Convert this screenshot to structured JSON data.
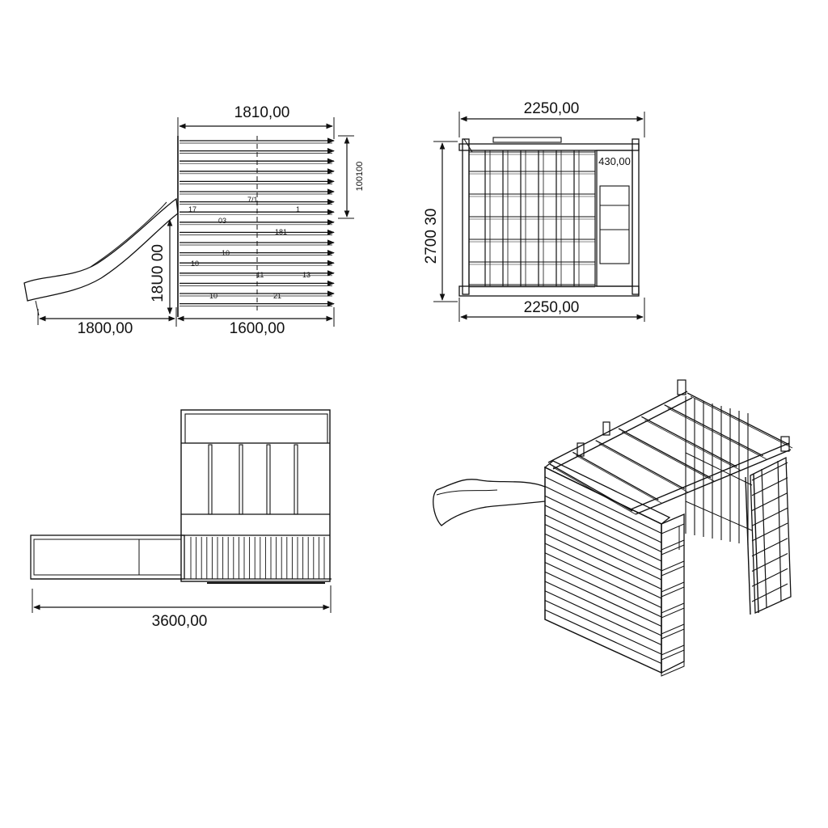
{
  "side_view": {
    "top_width": "1810,00",
    "right_height": "100100",
    "left_height": "18U0 00",
    "slide_length": "1800,00",
    "base_width": "1600,00",
    "board_labels": [
      "7/1",
      "17",
      "1",
      "03",
      "181",
      "10",
      "10",
      "11",
      "13",
      "10",
      "21"
    ]
  },
  "front_view": {
    "top_width": "2250,00",
    "height": "2700 30",
    "panel_width": "430,00",
    "bottom_width": "2250,00"
  },
  "plan_view": {
    "total_length": "3600,00"
  },
  "colors": {
    "line": "#111111",
    "background": "#ffffff"
  }
}
